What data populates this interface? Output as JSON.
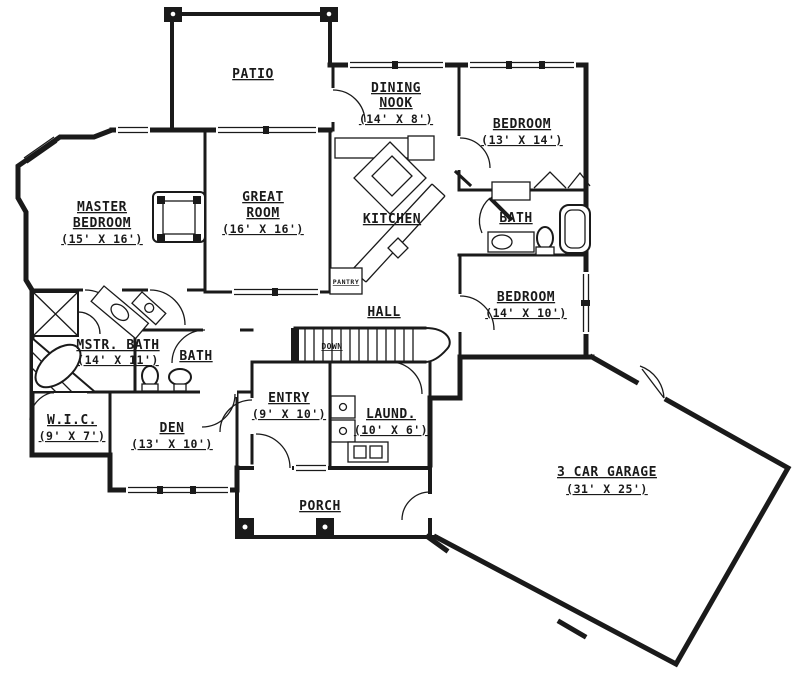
{
  "drawing": {
    "type": "house-floor-plan",
    "colors": {
      "ink": "#1a1a1a",
      "paper": "#ffffff"
    },
    "rooms": {
      "patio": {
        "name": "PATIO"
      },
      "dining_nook": {
        "name_line1": "DINING",
        "name_line2": "NOOK",
        "dims": "(14' X 8')"
      },
      "bedroom_upper": {
        "name": "BEDROOM",
        "dims": "(13' X 14')"
      },
      "master_bedroom": {
        "name_line1": "MASTER",
        "name_line2": "BEDROOM",
        "dims": "(15' X 16')"
      },
      "great_room": {
        "name_line1": "GREAT",
        "name_line2": "ROOM",
        "dims": "(16' X 16')"
      },
      "kitchen": {
        "name": "KITCHEN"
      },
      "pantry": {
        "name": "PANTRY"
      },
      "bath_upper": {
        "name": "BATH"
      },
      "bedroom_lower": {
        "name": "BEDROOM",
        "dims": "(14' X 10')"
      },
      "hall": {
        "name": "HALL"
      },
      "stairs": {
        "name": "DOWN"
      },
      "master_bath": {
        "name": "MSTR. BATH",
        "dims": "(14' X 11')"
      },
      "bath_center": {
        "name": "BATH"
      },
      "wic": {
        "name": "W.I.C.",
        "dims": "(9' X 7')"
      },
      "den": {
        "name": "DEN",
        "dims": "(13' X 10')"
      },
      "entry": {
        "name": "ENTRY",
        "dims": "(9' X 10')"
      },
      "laundry": {
        "name": "LAUND.",
        "dims": "(10' X 6')"
      },
      "porch": {
        "name": "PORCH"
      },
      "garage": {
        "name": "3 CAR GARAGE",
        "dims": "(31' X 25')"
      }
    }
  }
}
